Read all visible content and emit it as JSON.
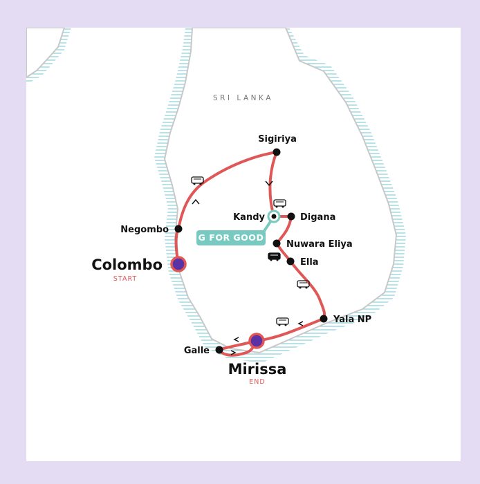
{
  "map": {
    "country_label": "SRI LANKA",
    "colors": {
      "route": "#df5757",
      "stop": "#111111",
      "endpoint_fill": "#5b32a6",
      "endpoint_ring": "#df5757",
      "highlight": "#78c9bf",
      "water": "#8fd3dc",
      "coast": "#c8c8c8",
      "frame": "#e4dcf3"
    },
    "stops": {
      "sigiriya": "Sigiriya",
      "kandy": "Kandy",
      "digana": "Digana",
      "negombo": "Negombo",
      "nuwara_eliya": "Nuwara Eliya",
      "ella": "Ella",
      "yala": "Yala NP",
      "galle": "Galle"
    },
    "start": {
      "name": "Colombo",
      "label": "START"
    },
    "end": {
      "name": "Mirissa",
      "label": "END"
    },
    "badge": {
      "text": "G FOR GOOD"
    },
    "transport_icons": [
      "bus-icon",
      "bus-icon",
      "bus-icon",
      "bus-icon",
      "bus-icon"
    ],
    "direction_icons": [
      "chevron-icon",
      "chevron-icon",
      "chevron-icon",
      "chevron-icon",
      "chevron-icon"
    ]
  }
}
